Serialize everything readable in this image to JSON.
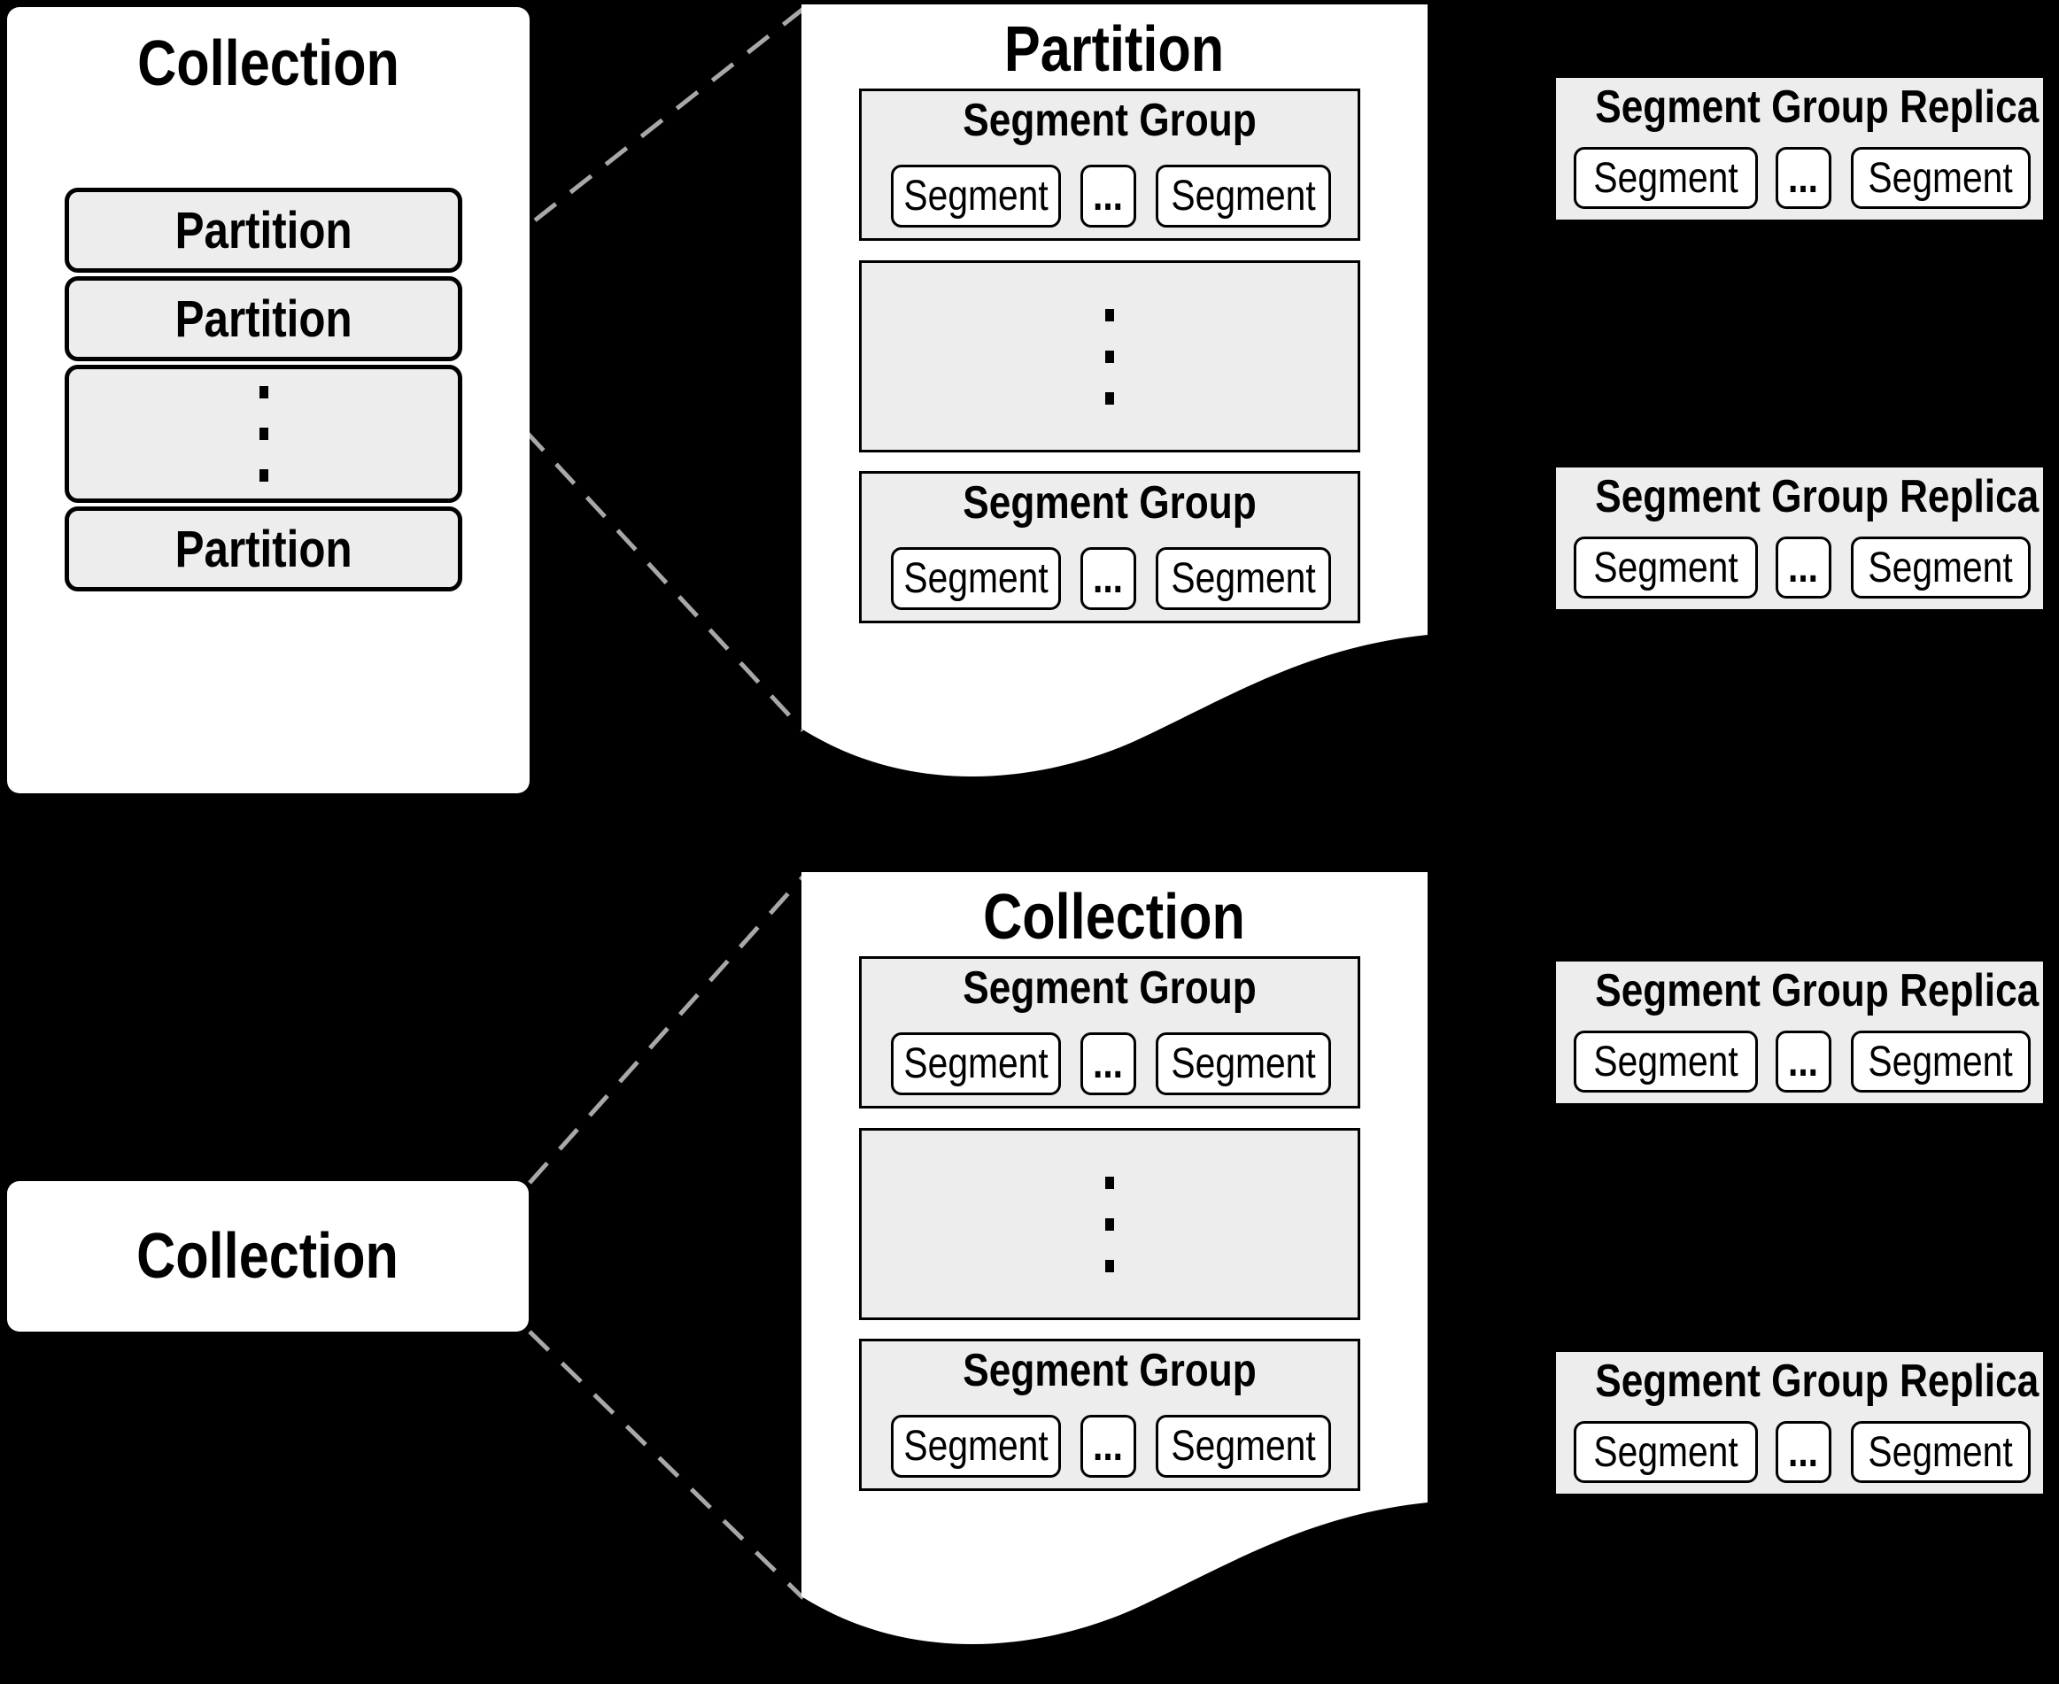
{
  "colors": {
    "background": "#000000",
    "panel_fill": "#ffffff",
    "box_fill": "#ededed",
    "border": "#000000",
    "dashed_connector": "#a8a8a8"
  },
  "icons": {
    "vertical_ellipsis": "three-vertical-dots"
  },
  "collection_panel": {
    "title": "Collection",
    "partitions": [
      "Partition",
      "Partition",
      "Partition"
    ]
  },
  "partition_doc": {
    "title": "Partition",
    "groups": [
      {
        "title": "Segment Group",
        "segment_left": "Segment",
        "ellipsis": "...",
        "segment_right": "Segment"
      },
      {
        "title": "Segment Group",
        "segment_left": "Segment",
        "ellipsis": "...",
        "segment_right": "Segment"
      }
    ]
  },
  "collection_doc": {
    "title": "Collection",
    "groups": [
      {
        "title": "Segment Group",
        "segment_left": "Segment",
        "ellipsis": "...",
        "segment_right": "Segment"
      },
      {
        "title": "Segment Group",
        "segment_left": "Segment",
        "ellipsis": "...",
        "segment_right": "Segment"
      }
    ]
  },
  "collection_box": {
    "title": "Collection"
  },
  "replicas": [
    {
      "title": "Segment Group Replica",
      "segment_left": "Segment",
      "ellipsis": "...",
      "segment_right": "Segment"
    },
    {
      "title": "Segment Group Replica",
      "segment_left": "Segment",
      "ellipsis": "...",
      "segment_right": "Segment"
    },
    {
      "title": "Segment Group Replica",
      "segment_left": "Segment",
      "ellipsis": "...",
      "segment_right": "Segment"
    },
    {
      "title": "Segment Group Replica",
      "segment_left": "Segment",
      "ellipsis": "...",
      "segment_right": "Segment"
    }
  ]
}
